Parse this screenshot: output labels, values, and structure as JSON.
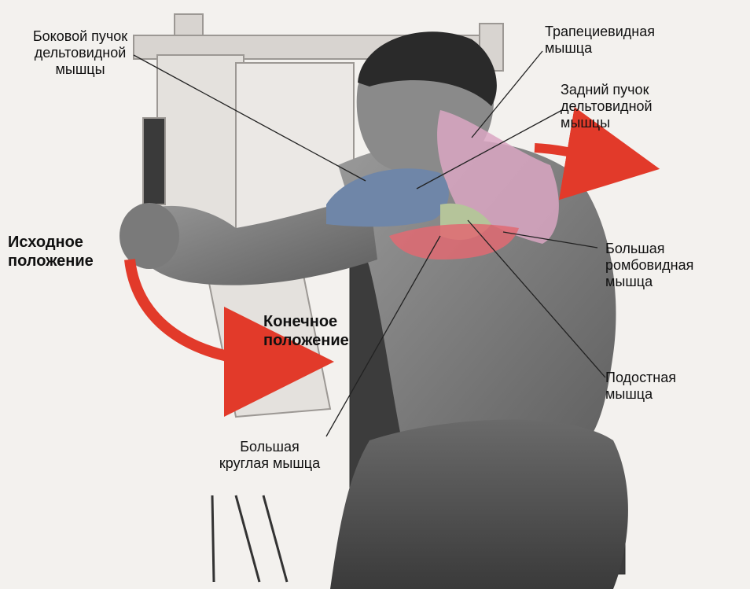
{
  "labels": {
    "lateral_deltoid": [
      "Боковой пучок",
      "дельтовидной",
      "мышцы"
    ],
    "trapezius": [
      "Трапециевидная",
      "мышца"
    ],
    "posterior_deltoid": [
      "Задний пучок",
      "дельтовидной",
      "мышцы"
    ],
    "start_position": [
      "Исходное",
      "положение"
    ],
    "end_position": [
      "Конечное",
      "положение"
    ],
    "rhomboid_major": [
      "Большая",
      "ромбовидная",
      "мышца"
    ],
    "infraspinatus": [
      "Подостная",
      "мышца"
    ],
    "teres_major": [
      "Большая",
      "круглая мышца"
    ]
  },
  "colors": {
    "deltoid": "#6f86a8",
    "trapezius": "#d9a6c2",
    "rhomboid": "#e06a72",
    "infraspinatus": "#b5c49a",
    "arrow": "#e23a2a",
    "skin": "#7e7e7e",
    "machine": "#d8d4d0"
  }
}
